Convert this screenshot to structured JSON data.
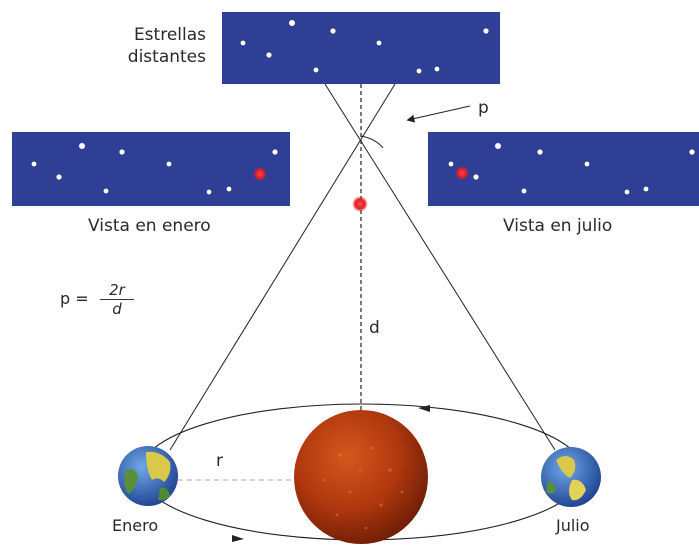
{
  "labels": {
    "distant_stars": "Estrellas distantes",
    "view_january": "Vista en enero",
    "view_july": "Vista en julio",
    "january": "Enero",
    "july": "Julio",
    "radius": "r",
    "distance": "d",
    "parallax": "p"
  },
  "formula": {
    "lhs": "p =",
    "numerator": "2r",
    "denominator": "d"
  },
  "colors": {
    "star_field": "#2f3f95",
    "near_star": "#e8222a",
    "sun": "#b3350f",
    "lines": "#222222"
  },
  "icons": [
    "earth-icon",
    "sun-icon",
    "near-star-icon"
  ]
}
